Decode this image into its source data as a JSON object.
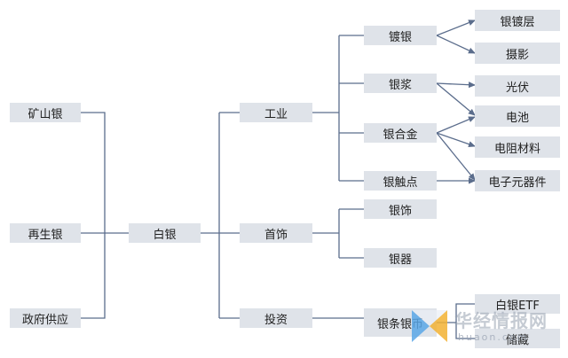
{
  "nodes": {
    "kuangshanyin": "矿山银",
    "zaishengyin": "再生银",
    "zhengfu": "政府供应",
    "baiyin": "白银",
    "gongye": "工业",
    "shoushi": "首饰",
    "touzi": "投资",
    "duyin": "镀银",
    "yinjiang": "银浆",
    "yinhejin": "银合金",
    "yinchudian": "银触点",
    "yinshi": "银饰",
    "yinqi": "银器",
    "yintiao": "银条银币",
    "yinduceng": "银镀层",
    "sheying": "摄影",
    "guangfu": "光伏",
    "dianchi": "电池",
    "dianzu": "电阻材料",
    "dianzi": "电子元器件",
    "etf": "白银ETF",
    "chucang": "储藏"
  },
  "watermark": {
    "text": "华经情报网",
    "url": "huaon.com"
  },
  "colors": {
    "box_fill": "#dfe3e9",
    "line": "#5b6d8c"
  }
}
